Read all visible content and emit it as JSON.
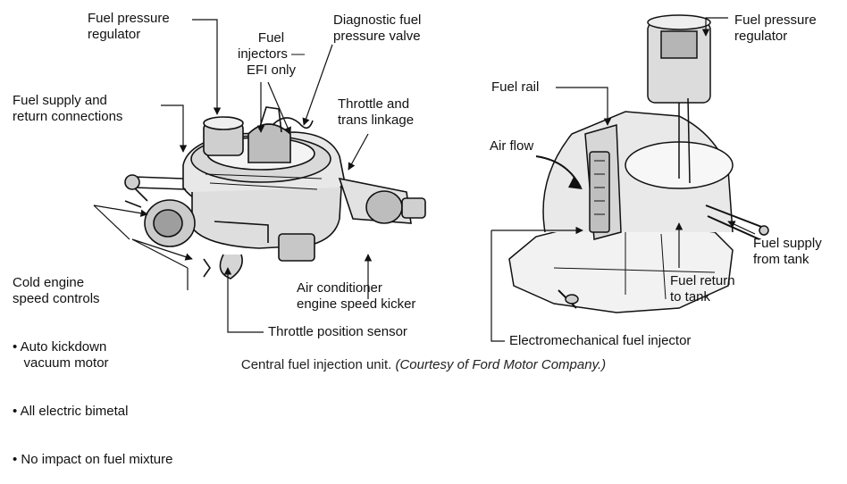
{
  "left_labels": {
    "fuel_pressure_regulator": "Fuel pressure\nregulator",
    "fuel_injectors": "Fuel\ninjectors —\nEFI only",
    "diagnostic_valve": "Diagnostic fuel\npressure valve",
    "fuel_supply_return": "Fuel supply and\nreturn connections",
    "throttle_trans": "Throttle and\ntrans linkage",
    "cold_engine_title": "Cold engine\nspeed controls",
    "cold_engine_bullets": [
      "• Auto kickdown\n   vacuum motor",
      "• All electric bimetal",
      "• No impact on fuel mixture"
    ],
    "ac_kicker": "Air conditioner\nengine speed kicker",
    "tps": "Throttle position sensor"
  },
  "right_labels": {
    "fuel_pressure_regulator": "Fuel pressure\nregulator",
    "fuel_rail": "Fuel rail",
    "air_flow": "Air flow",
    "fuel_supply_tank": "Fuel supply\nfrom tank",
    "fuel_return_tank": "Fuel return\nto tank",
    "electromech_injector": "Electromechanical fuel injector"
  },
  "caption": {
    "main": "Central fuel injection unit.",
    "credit": "(Courtesy of Ford Motor Company.)"
  }
}
